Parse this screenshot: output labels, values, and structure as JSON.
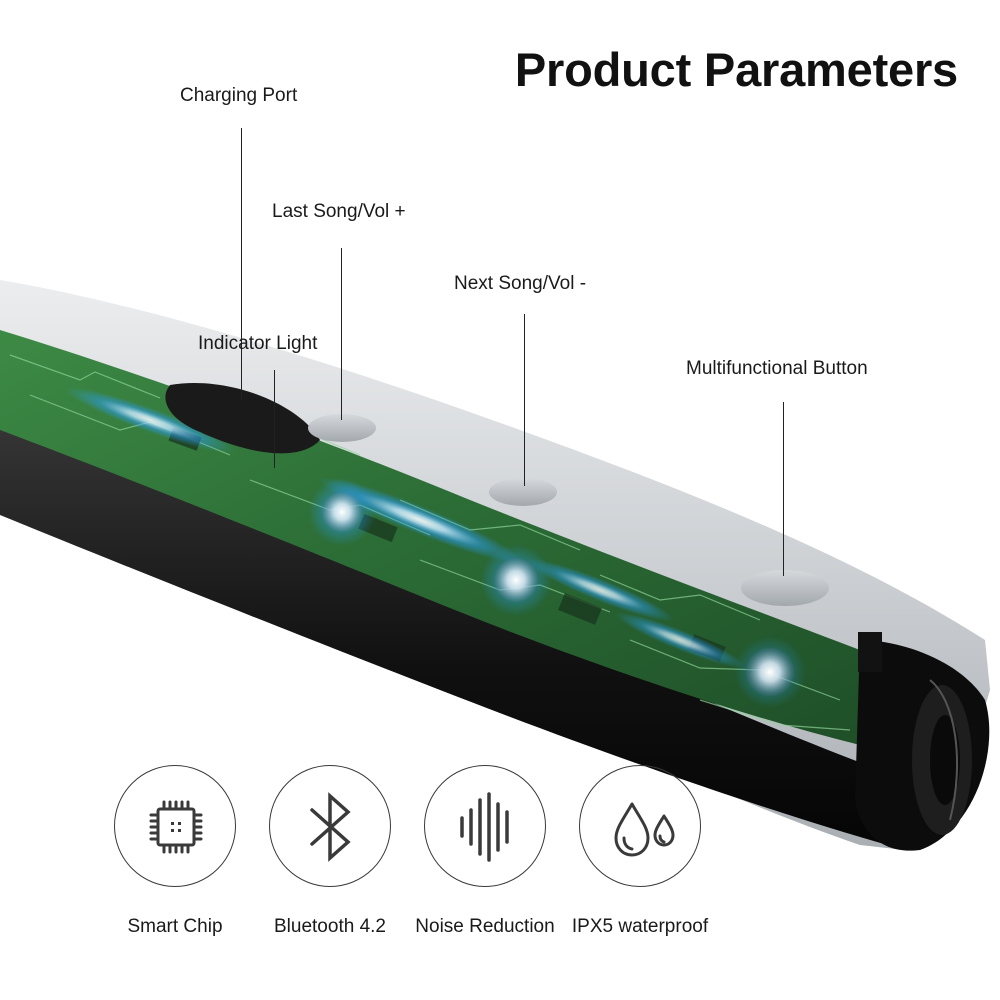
{
  "title": "Product Parameters",
  "callouts": [
    {
      "id": "charging-port",
      "label": "Charging Port"
    },
    {
      "id": "last-song",
      "label": "Last Song/Vol +"
    },
    {
      "id": "next-song",
      "label": "Next Song/Vol -"
    },
    {
      "id": "indicator-light",
      "label": "Indicator Light"
    },
    {
      "id": "multifunctional-button",
      "label": "Multifunctional Button"
    }
  ],
  "features": [
    {
      "label": "Smart Chip",
      "icon": "chip-icon"
    },
    {
      "label": "Bluetooth 4.2",
      "icon": "bluetooth-icon"
    },
    {
      "label": "Noise Reduction",
      "icon": "sound-wave-icon"
    },
    {
      "label": "IPX5 waterproof",
      "icon": "water-drops-icon"
    }
  ],
  "colors": {
    "housing_dark": "#141414",
    "housing_shell": "#c8ccd0",
    "circuit_green": "#2f7a3a",
    "glow_blue": "#2aa0ff",
    "line": "#222222",
    "icon_stroke": "#3a3a3a"
  }
}
